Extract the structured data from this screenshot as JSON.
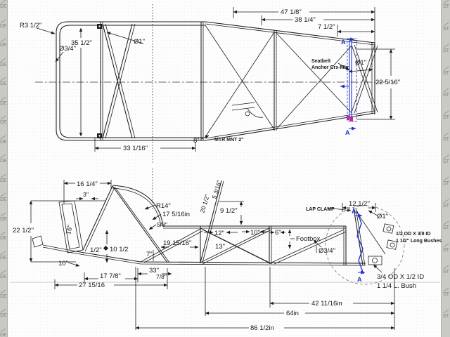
{
  "watermark": {
    "left_text": "DEI",
    "left_count": 18,
    "left_pitch": 27.5,
    "right_text": "ST",
    "right_count": 15,
    "right_pitch": 31.5
  },
  "colors": {
    "section_blue": "#2233cc",
    "magenta": "#cc22aa",
    "line": "#1c1c1c",
    "edge_grey": "#c9c9c5"
  },
  "top_view": {
    "r_corner": "R3 1/2\"",
    "dia_rail": "Ø3/4\"",
    "width_rear": "35 1/2\"",
    "dia_tube": "Ø1\"",
    "len_rear": "33 1/16\"",
    "dim_8": "8\"",
    "note_engine": "MTR MNT 2\"",
    "dim_47": "47 1/8\"",
    "dim_38": "38 1/4\"",
    "dim_7half": "7 1/2\"",
    "dia_rollbar": "Ø1\"",
    "width_rollbar": "22 5/16\"",
    "note_rollbar_1": "Seatbelt",
    "note_rollbar_2": "Anchor Crs-Mbr",
    "section_letter": "A"
  },
  "side_view": {
    "dim_16q": "16 1/4\"",
    "dim_3": "3''",
    "dim_22half": "22 1/2''",
    "dim_16": "16\"",
    "dim_10_rear": "10\"",
    "r14": "R14\"",
    "dim_17_5_16": "17 5/16in",
    "dim_58": "5/8\"",
    "dim_20half": "20 1/2\"",
    "dim_5_3_16": "5 3/16\"",
    "dim_9half": "9 1/2\"",
    "dim_12": "12\"",
    "dim_10": "10\"",
    "dim_6": "6\"",
    "dim_13": "13\"",
    "footbox": "Footbox",
    "dim_19_15_16": "19 15/16\"",
    "dim_half": "1/2\"",
    "dim_10half": "10 1/2",
    "dim_7": "7\"",
    "dim_33": "33\"",
    "dim_78": "7/8\"",
    "dim_17_78": "17 7/8\"",
    "dim_27_15_16": "27 15/16",
    "dim_12half": "12 1/2''",
    "dia_1": "Ø1\"",
    "lap_clamp": "LAP CLAMP",
    "dia_34": "Ø3/4\"",
    "bush_note_1": "1/2 OD X 3/8 ID",
    "bush_note_2": "1 1/2\" Long Bushes",
    "bush_label_1": "3/4 OD X 1/2 ID",
    "bush_label_2": "1 1/4 L. Bush",
    "dim_42": "42 11/16in",
    "dim_64": "64in",
    "dim_86": "86 1/2in",
    "section_letter": "A"
  }
}
